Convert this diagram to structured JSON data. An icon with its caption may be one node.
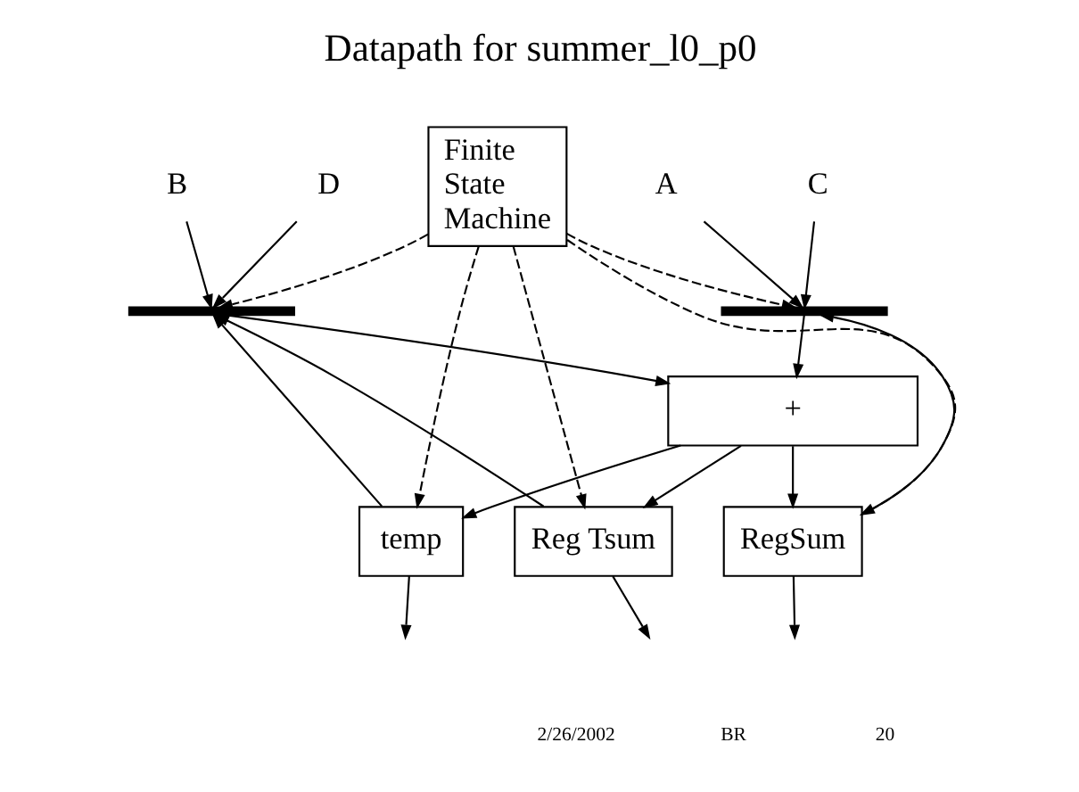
{
  "diagram": {
    "title": "Datapath for summer_l0_p0",
    "nodes": [
      {
        "text": [
          "B"
        ]
      },
      {
        "text": [
          "D"
        ]
      },
      {
        "text": [
          "A"
        ]
      },
      {
        "text": [
          "C"
        ]
      },
      {
        "text": [],
        "shape": "bar"
      },
      {
        "text": [],
        "shape": "bar"
      },
      {
        "text": [
          "+"
        ]
      },
      {
        "text": [
          "temp"
        ]
      },
      {
        "text": [
          "Reg Tsum"
        ]
      },
      {
        "text": [
          "RegSum"
        ]
      },
      {
        "text": [
          "Finite State Machine"
        ]
      }
    ],
    "edges": [
      {
        "from": 0,
        "to": 4,
        "arrow": "to"
      },
      {
        "from": 1,
        "to": 4,
        "arrow": "to"
      },
      {
        "from": 2,
        "to": 5,
        "arrow": "to"
      },
      {
        "from": 3,
        "to": 5,
        "arrow": "to"
      },
      {
        "from": 4,
        "to": 6,
        "arrow": "to"
      },
      {
        "from": 5,
        "to": 6,
        "arrow": "to"
      },
      {
        "from": 6,
        "to": 7,
        "arrow": "to"
      },
      {
        "from": 6,
        "to": 8,
        "arrow": "to"
      },
      {
        "from": 6,
        "to": 9,
        "arrow": "to"
      },
      {
        "from": 7,
        "to": 4,
        "arrow": "to"
      },
      {
        "from": 8,
        "to": 4,
        "arrow": "to"
      },
      {
        "from": 9,
        "to": 5,
        "arrow": "to"
      },
      {
        "from": 7,
        "to": null,
        "arrow": "to"
      },
      {
        "from": 8,
        "to": null,
        "arrow": "to"
      },
      {
        "from": 9,
        "to": null,
        "arrow": "to"
      },
      {
        "from": 10,
        "to": 4,
        "arrow": "to",
        "style": "dashed"
      },
      {
        "from": 10,
        "to": 5,
        "arrow": "to",
        "style": "dashed"
      },
      {
        "from": 10,
        "to": 7,
        "arrow": "to",
        "style": "dashed"
      },
      {
        "from": 10,
        "to": 8,
        "arrow": "to",
        "style": "dashed"
      },
      {
        "from": 10,
        "to": 9,
        "arrow": "to",
        "style": "dashed"
      }
    ],
    "labels": [
      "2/26/2002",
      "BR",
      "20"
    ]
  }
}
